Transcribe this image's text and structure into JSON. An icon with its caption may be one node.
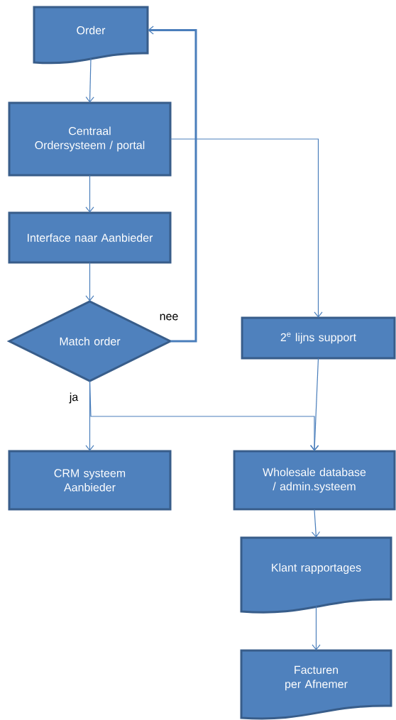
{
  "diagram": {
    "nodes": [
      {
        "text": [
          "Order"
        ]
      },
      {
        "text": [
          "Centraal Ordersysteem / portal"
        ]
      },
      {
        "text": [
          "Interface naar Aanbieder"
        ]
      },
      {
        "text": [
          "Match order"
        ]
      },
      {
        "text": [
          "2$^{e}$ lijns support"
        ]
      },
      {
        "text": [
          "CRM systeem Aanbieder"
        ]
      },
      {
        "text": [
          "Wholesale database / admin.systeem"
        ]
      },
      {
        "text": [
          "Klant rapportages"
        ]
      },
      {
        "text": [
          "Facturen per Afnemer"
        ]
      }
    ],
    "edges": [
      {
        "from": 0,
        "to": 1,
        "arrow": "to"
      },
      {
        "from": 1,
        "to": 2,
        "arrow": "to"
      },
      {
        "from": 2,
        "to": 3,
        "arrow": "to"
      },
      {
        "from": 3,
        "to": 0,
        "arrow": "to",
        "label": "nee",
        "style": "thick"
      },
      {
        "from": 1,
        "to": 4,
        "arrow": "to"
      },
      {
        "from": 3,
        "to": 5,
        "arrow": "to",
        "label": "ja"
      },
      {
        "from": 3,
        "to": 6,
        "arrow": "to"
      },
      {
        "from": 4,
        "to": 6,
        "arrow": "to"
      },
      {
        "from": 6,
        "to": 7,
        "arrow": "to"
      },
      {
        "from": 7,
        "to": 8,
        "arrow": "to"
      }
    ]
  }
}
